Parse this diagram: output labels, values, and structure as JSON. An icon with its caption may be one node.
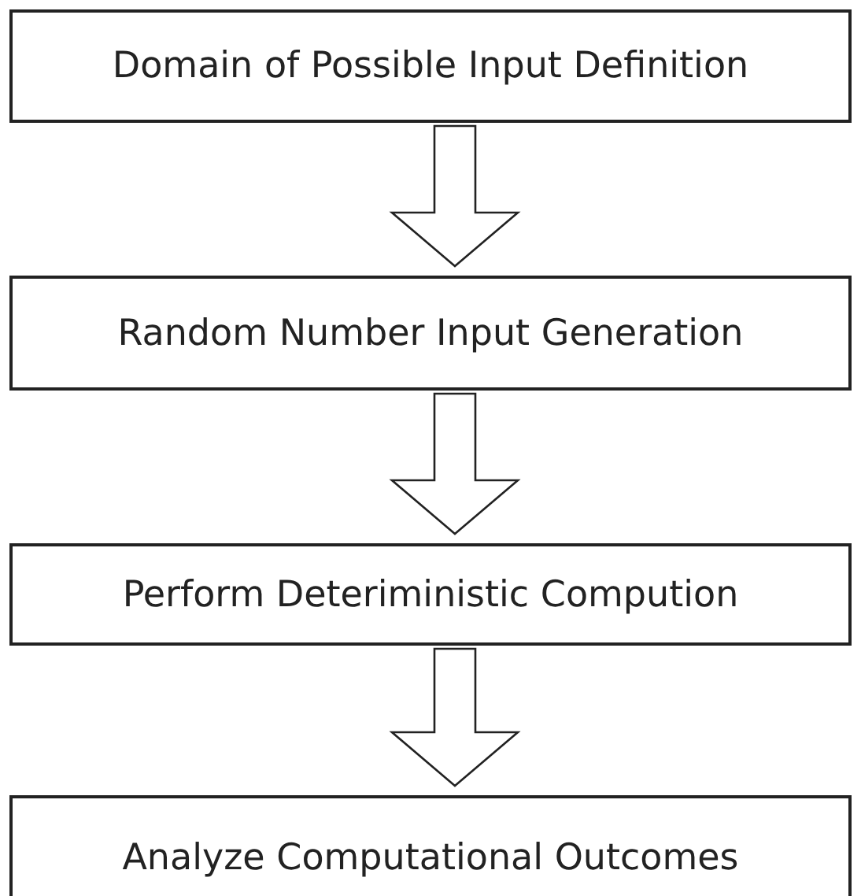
{
  "diagram": {
    "nodes": [
      {
        "text": [
          "Domain of Possible Input Definition"
        ]
      },
      {
        "text": [
          "Random Number Input Generation"
        ]
      },
      {
        "text": [
          "Perform Deteriministic Compution"
        ]
      },
      {
        "text": [
          "Analyze Computational Outcomes"
        ]
      }
    ],
    "edges": [
      {
        "from": 0,
        "to": 1,
        "arrow": "to"
      },
      {
        "from": 1,
        "to": 2,
        "arrow": "to"
      },
      {
        "from": 2,
        "to": 3,
        "arrow": "to"
      }
    ]
  }
}
